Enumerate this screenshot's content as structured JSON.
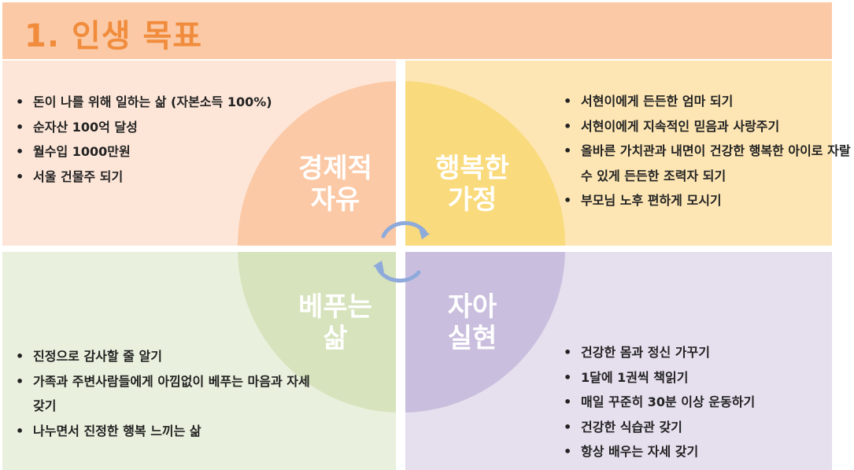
{
  "title": "1. 인생 목표",
  "quadrants": {
    "economic": {
      "label_line1": "경제적",
      "label_line2": "자유",
      "items": [
        "돈이 나를 위해 일하는 삶 (자본소득 100%)",
        "순자산 100억 달성",
        "월수입 1000만원",
        "서울 건물주 되기"
      ]
    },
    "family": {
      "label_line1": "행복한",
      "label_line2": "가정",
      "items": [
        "서현이에게 든든한 엄마 되기",
        "서현이에게 지속적인 믿음과 사랑주기",
        "올바른 가치관과 내면이 건강한 행복한 아이로 자랄수 있게 든든한 조력자 되기",
        "부모님 노후 편하게 모시기"
      ]
    },
    "giving": {
      "label_line1": "베푸는",
      "label_line2": "삶",
      "items": [
        "진정으로 감사할 줄 알기",
        "가족과 주변사람들에게 아낌없이 베푸는 마음과 자세 갖기",
        "나누면서 진정한 행복 느끼는 삶"
      ]
    },
    "self": {
      "label_line1": "자아",
      "label_line2": "실현",
      "items": [
        "건강한 몸과 정신 가꾸기",
        "1달에 1권씩 책읽기",
        "매일 꾸준히 30분 이상 운동하기",
        "건강한 식습관 갖기",
        "항상 배우는 자세 갖기"
      ]
    }
  },
  "colors": {
    "title_bg": "#fbc9a6",
    "title_text": "#f08c3c",
    "economic_circle": "#fbc9a6",
    "family_circle": "#f9da7c",
    "giving_circle": "#d6e3bc",
    "self_circle": "#c9bedd",
    "arrow": "#8eaadb"
  }
}
